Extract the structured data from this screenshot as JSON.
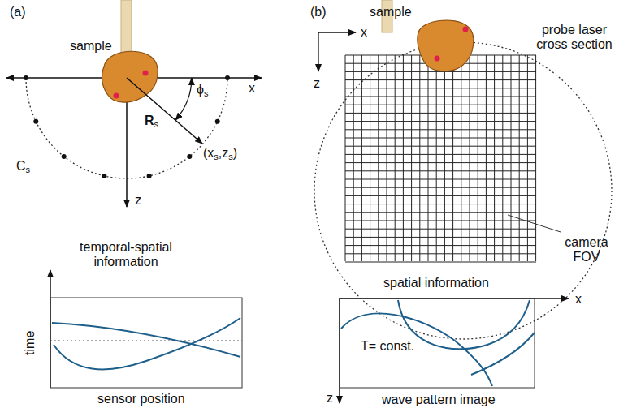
{
  "diagram": {
    "labels": [
      "(a)",
      "sample",
      "x",
      "z",
      "ϕs",
      "Rs",
      "(xs,zs)",
      "Cs",
      "temporal-spatial information",
      "time",
      "sensor position",
      "(b)",
      "sample",
      "probe laser cross section",
      "x",
      "z",
      "camera FOV",
      "spatial information",
      "x",
      "z",
      "T= const.",
      "wave pattern image"
    ]
  }
}
